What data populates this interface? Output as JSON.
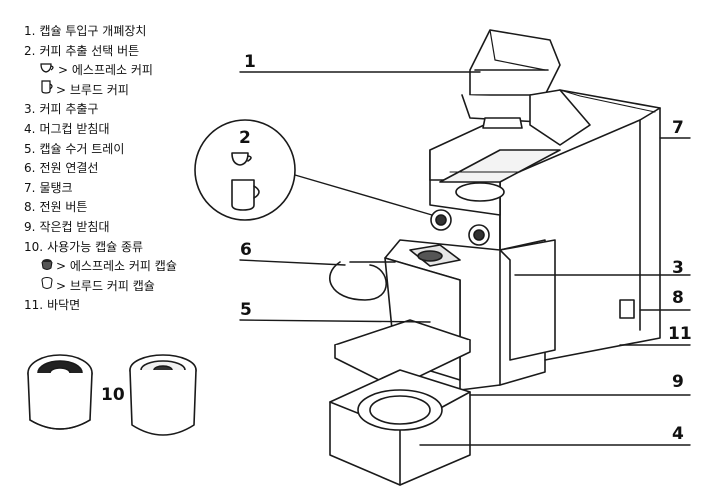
{
  "legend": [
    {
      "num": "1.",
      "text": "캡슐 투입구 개폐장치"
    },
    {
      "num": "2.",
      "text": "커피 추출 선택 버튼"
    },
    {
      "sub": true,
      "icon": "espresso-cup-icon",
      "text": "> 에스프레소 커피"
    },
    {
      "sub": true,
      "icon": "mug-icon",
      "text": "> 브루드 커피"
    },
    {
      "num": "3.",
      "text": "커피 추출구"
    },
    {
      "num": "4.",
      "text": "머그컵 받침대"
    },
    {
      "num": "5.",
      "text": "캡슐 수거 트레이"
    },
    {
      "num": "6.",
      "text": "전원 연결선"
    },
    {
      "num": "7.",
      "text": "물탱크"
    },
    {
      "num": "8.",
      "text": "전원 버튼"
    },
    {
      "num": "9.",
      "text": "작은컵 받침대"
    },
    {
      "num": "10.",
      "text": "사용가능 캡슐 종류"
    },
    {
      "sub": true,
      "icon": "espresso-capsule-icon",
      "text": "> 에스프레소 커피 캡슐"
    },
    {
      "sub": true,
      "icon": "brewed-capsule-icon",
      "text": "> 브루드 커피 캡슐"
    },
    {
      "num": "11.",
      "text": "바닥면"
    }
  ],
  "callouts": {
    "c1": "1",
    "c2": "2",
    "c3": "3",
    "c4": "4",
    "c5": "5",
    "c6": "6",
    "c7": "7",
    "c8": "8",
    "c9": "9",
    "c10": "10",
    "c11": "11"
  }
}
